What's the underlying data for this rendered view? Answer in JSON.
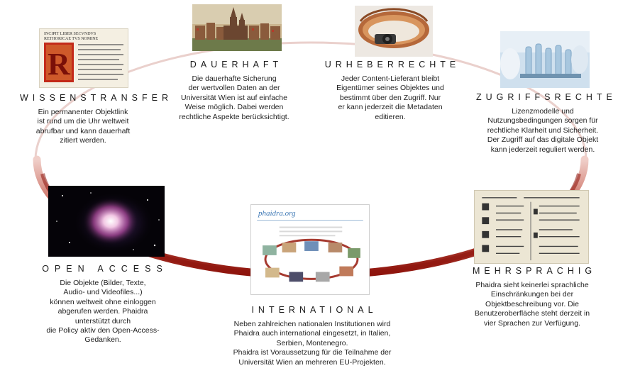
{
  "colors": {
    "ring_dark": "#9e1a10",
    "ring_light": "#e9b8b0"
  },
  "nodes": [
    {
      "key": "wissenstransfer",
      "icon": "manuscript-image",
      "title": "WISSENSTRANSFER",
      "desc": "Ein permanenter Objektlink\nist rund um die Uhr weltweit\nabrufbar und kann dauerhaft\nzitiert werden."
    },
    {
      "key": "dauerhaft",
      "icon": "city-engraving-image",
      "title": "DAUERHAFT",
      "desc": "Die dauerhafte Sicherung\nder wertvollen Daten an der\nUniversität Wien ist auf einfache\nWeise möglich. Dabei werden\nrechtliche Aspekte berücksichtigt."
    },
    {
      "key": "urheberrechte",
      "icon": "instrument-image",
      "title": "URHEBERRECHTE",
      "desc": "Jeder Content-Lieferant bleibt\nEigentümer seines Objektes und\nbestimmt über den Zugriff. Nur\ner kann jederzeit die Metadaten\neditieren."
    },
    {
      "key": "zugriffsrechte",
      "icon": "laboratory-image",
      "title": "ZUGRIFFSRECHTE",
      "desc": "Lizenzmodelle und\nNutzungsbedingungen sorgen für\nrechtliche Klarheit und Sicherheit.\nDer Zugriff auf das digitale Objekt\nkann jederzeit reguliert werden."
    },
    {
      "key": "open_access",
      "icon": "nebula-image",
      "title": "OPEN ACCESS",
      "desc": "Die Objekte (Bilder, Texte,\nAudio- und Videofiles...)\nkönnen weltweit ohne einloggen\nabgerufen werden. Phaidra\nunterstützt durch\ndie Policy aktiv den Open-Access-\nGedanken."
    },
    {
      "key": "international",
      "icon": "website-screenshot-image",
      "title": "INTERNATIONAL",
      "desc": "Neben zahlreichen nationalen Institutionen wird\nPhaidra auch international eingesetzt, in Italien,\nSerbien, Montenegro.\nPhaidra ist Voraussetzung für die Teilnahme der\nUniversität Wien an mehreren EU-Projekten."
    },
    {
      "key": "mehrsprachig",
      "icon": "multilingual-document-image",
      "title": "MEHRSPRACHIG",
      "desc": "Phaidra sieht keinerlei sprachliche\nEinschränkungen bei der\nObjektbeschreibung vor. Die\nBenutzeroberfläche steht derzeit in\nvier Sprachen zur Verfügung."
    }
  ],
  "screenshot": {
    "logo": "phaidra.org"
  },
  "manuscript": {
    "header_line1": "INCIPIT LIBER SECVNDVS",
    "header_line2": "RETHORICAE TVS NOMINE",
    "initial": "R"
  }
}
